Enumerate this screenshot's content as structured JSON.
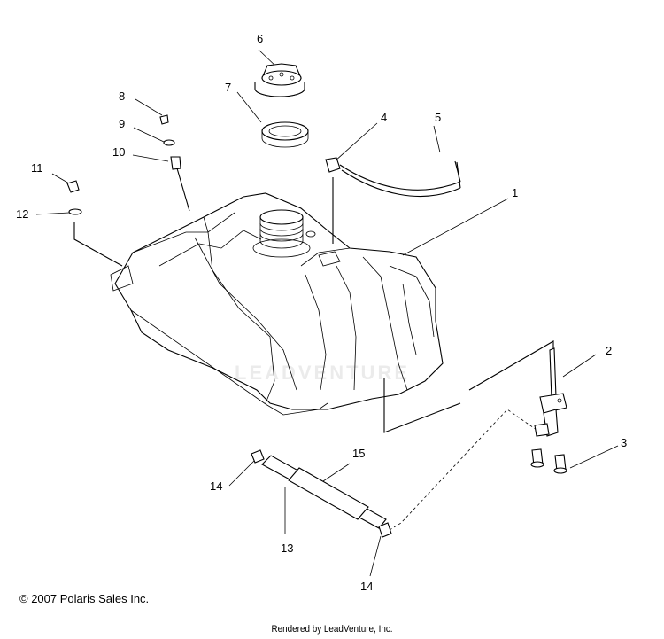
{
  "callouts": [
    {
      "id": "1",
      "label": "1"
    },
    {
      "id": "2",
      "label": "2"
    },
    {
      "id": "3",
      "label": "3"
    },
    {
      "id": "4",
      "label": "4"
    },
    {
      "id": "5",
      "label": "5"
    },
    {
      "id": "6",
      "label": "6"
    },
    {
      "id": "7",
      "label": "7"
    },
    {
      "id": "8",
      "label": "8"
    },
    {
      "id": "9",
      "label": "9"
    },
    {
      "id": "10",
      "label": "10"
    },
    {
      "id": "11",
      "label": "11"
    },
    {
      "id": "12",
      "label": "12"
    },
    {
      "id": "13",
      "label": "13"
    },
    {
      "id": "14a",
      "label": "14"
    },
    {
      "id": "14b",
      "label": "14"
    },
    {
      "id": "15",
      "label": "15"
    }
  ],
  "copyright": "© 2007 Polaris Sales Inc.",
  "rendered_by": "Rendered by LeadVenture, Inc.",
  "watermark": "LEADVENTURE"
}
